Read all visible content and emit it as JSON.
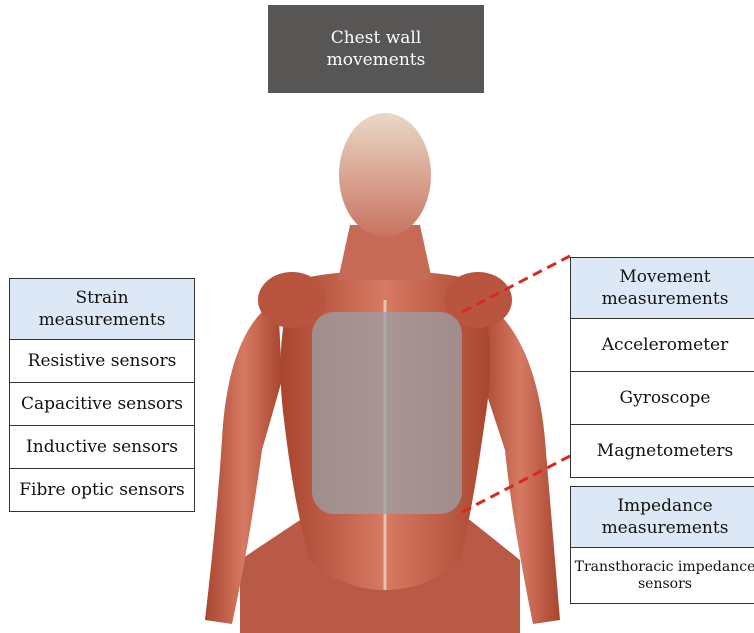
{
  "title": {
    "line1": "Chest wall",
    "line2": "movements"
  },
  "strain": {
    "header_line1": "Strain",
    "header_line2": "measurements",
    "items": [
      "Resistive sensors",
      "Capacitive sensors",
      "Inductive sensors",
      "Fibre optic sensors"
    ]
  },
  "movement": {
    "header_line1": "Movement",
    "header_line2": "measurements",
    "items": [
      "Accelerometer",
      "Gyroscope",
      "Magnetometers"
    ]
  },
  "impedance": {
    "header_line1": "Impedance",
    "header_line2": "measurements",
    "item_line1": "Transthoracic impedance",
    "item_line2": "sensors"
  },
  "colors": {
    "title_bg": "#585654",
    "header_bg": "#dde8f7",
    "connector": "#d9281e",
    "muscle": "#c45a45",
    "overlay": "#9aa0a6"
  }
}
